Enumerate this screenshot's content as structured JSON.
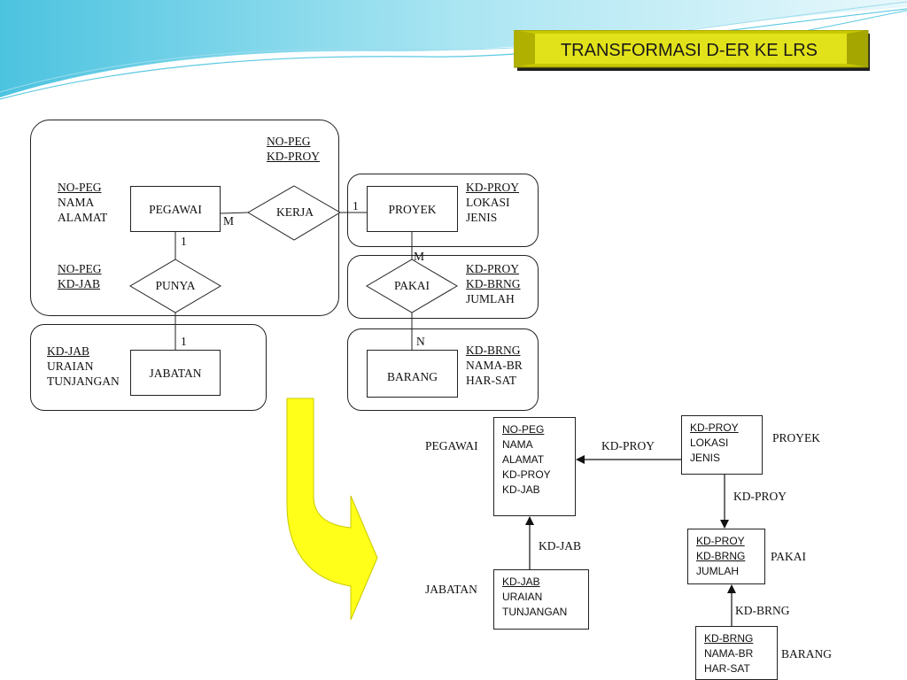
{
  "title": "TRANSFORMASI D-ER KE LRS",
  "er": {
    "pegawai": {
      "label": "PEGAWAI",
      "attrs": [
        {
          "t": "NO-PEG",
          "key": true
        },
        {
          "t": "NAMA",
          "key": false
        },
        {
          "t": "ALAMAT",
          "key": false
        }
      ]
    },
    "kerja": {
      "label": "KERJA",
      "attrs": [
        {
          "t": "NO-PEG",
          "key": true
        },
        {
          "t": "KD-PROY",
          "key": true
        }
      ]
    },
    "proyek": {
      "label": "PROYEK",
      "attrs": [
        {
          "t": "KD-PROY",
          "key": true
        },
        {
          "t": "LOKASI",
          "key": false
        },
        {
          "t": "JENIS",
          "key": false
        }
      ]
    },
    "punya": {
      "label": "PUNYA",
      "attrs": [
        {
          "t": "NO-PEG",
          "key": true
        },
        {
          "t": "KD-JAB",
          "key": true
        }
      ]
    },
    "pakai": {
      "label": "PAKAI",
      "attrs": [
        {
          "t": "KD-PROY",
          "key": true
        },
        {
          "t": "KD-BRNG",
          "key": true
        },
        {
          "t": "JUMLAH",
          "key": false
        }
      ]
    },
    "jabatan": {
      "label": "JABATAN",
      "attrs": [
        {
          "t": "KD-JAB",
          "key": true
        },
        {
          "t": "URAIAN",
          "key": false
        },
        {
          "t": "TUNJANGAN",
          "key": false
        }
      ]
    },
    "barang": {
      "label": "BARANG",
      "attrs": [
        {
          "t": "KD-BRNG",
          "key": true
        },
        {
          "t": "NAMA-BR",
          "key": false
        },
        {
          "t": "HAR-SAT",
          "key": false
        }
      ]
    },
    "card": {
      "peg_kerja": "M",
      "kerja_proy": "1",
      "peg_punya": "1",
      "punya_jab": "1",
      "proy_pakai": "M",
      "pakai_brg": "N"
    }
  },
  "lrs": {
    "pegawai": {
      "name": "PEGAWAI",
      "fields": [
        {
          "t": "NO-PEG",
          "key": true
        },
        {
          "t": "NAMA",
          "key": false
        },
        {
          "t": "ALAMAT",
          "key": false
        },
        {
          "t": "KD-PROY",
          "key": false
        },
        {
          "t": "KD-JAB",
          "key": false
        }
      ]
    },
    "proyek": {
      "name": "PROYEK",
      "fields": [
        {
          "t": "KD-PROY",
          "key": true
        },
        {
          "t": "LOKASI",
          "key": false
        },
        {
          "t": "JENIS",
          "key": false
        }
      ]
    },
    "pakai": {
      "name": "PAKAI",
      "fields": [
        {
          "t": "KD-PROY",
          "key": true
        },
        {
          "t": "KD-BRNG",
          "key": true
        },
        {
          "t": "JUMLAH",
          "key": false
        }
      ]
    },
    "jabatan": {
      "name": "JABATAN",
      "fields": [
        {
          "t": "KD-JAB",
          "key": true
        },
        {
          "t": "URAIAN",
          "key": false
        },
        {
          "t": "TUNJANGAN",
          "key": false
        }
      ]
    },
    "barang": {
      "name": "BARANG",
      "fields": [
        {
          "t": "KD-BRNG",
          "key": true
        },
        {
          "t": "NAMA-BR",
          "key": false
        },
        {
          "t": "HAR-SAT",
          "key": false
        }
      ]
    },
    "links": {
      "proy_peg": "KD-PROY",
      "proy_pakai": "KD-PROY",
      "jab_peg": "KD-JAB",
      "brg_pakai": "KD-BRNG"
    }
  },
  "colors": {
    "title_bg": "#d8d800",
    "arrow_fill": "#ffff1a",
    "wave": "#7fd3e6"
  }
}
